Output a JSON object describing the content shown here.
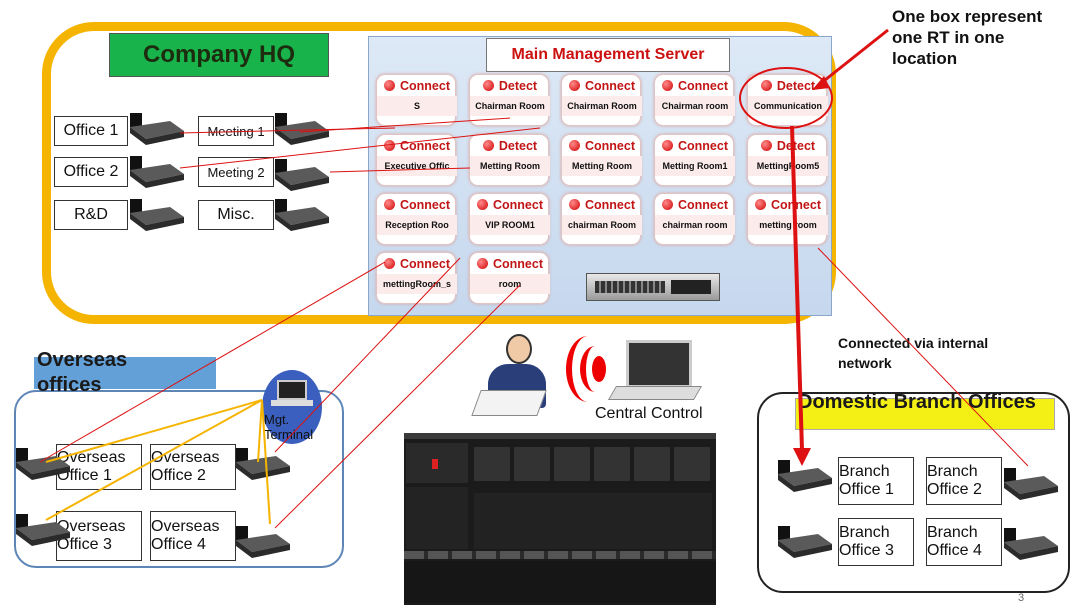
{
  "hq": {
    "title": "Company HQ"
  },
  "hq_offices": [
    {
      "label": "Office 1"
    },
    {
      "label": "Meeting 1"
    },
    {
      "label": "Office 2"
    },
    {
      "label": "Meeting 2"
    },
    {
      "label": "R&D"
    },
    {
      "label": "Misc."
    }
  ],
  "server": {
    "title": "Main Management Server",
    "rts": [
      {
        "status": "Connect",
        "name": "S"
      },
      {
        "status": "Detect",
        "name": "Chairman Room"
      },
      {
        "status": "Connect",
        "name": "Chairman Room"
      },
      {
        "status": "Connect",
        "name": "Chairman room"
      },
      {
        "status": "Detect",
        "name": "Communication"
      },
      {
        "status": "Connect",
        "name": "Executive Offic"
      },
      {
        "status": "Detect",
        "name": "Metting Room"
      },
      {
        "status": "Connect",
        "name": "Metting Room"
      },
      {
        "status": "Connect",
        "name": "Metting Room1"
      },
      {
        "status": "Detect",
        "name": "MettingRoom5"
      },
      {
        "status": "Connect",
        "name": "Reception Roo"
      },
      {
        "status": "Connect",
        "name": "VIP ROOM1"
      },
      {
        "status": "Connect",
        "name": "chairman Room"
      },
      {
        "status": "Connect",
        "name": "chairman room"
      },
      {
        "status": "Connect",
        "name": "metting room"
      },
      {
        "status": "Connect",
        "name": "mettingRoom_s"
      },
      {
        "status": "Connect",
        "name": "room"
      }
    ]
  },
  "callout": "One box represent one RT in one location",
  "connected_note": "Connected via internal network",
  "central_control": "Central Control",
  "overseas": {
    "title": "Overseas offices",
    "terminal": "Mgt. Terminal",
    "offices": [
      "Overseas Office 1",
      "Overseas Office 2",
      "Overseas Office 3",
      "Overseas Office 4"
    ]
  },
  "domestic": {
    "title": "Domestic Branch Offices",
    "offices": [
      "Branch Office 1",
      "Branch Office 2",
      "Branch Office 3",
      "Branch Office 4"
    ]
  },
  "page_number": "3",
  "colors": {
    "hq_border": "#f5b400",
    "hq_title_bg": "#18b34a",
    "overseas_title_bg": "#5b9bd5",
    "domestic_title_bg": "#f4ef14",
    "alert_red": "#dd1111",
    "link_orange": "#f5b400"
  }
}
